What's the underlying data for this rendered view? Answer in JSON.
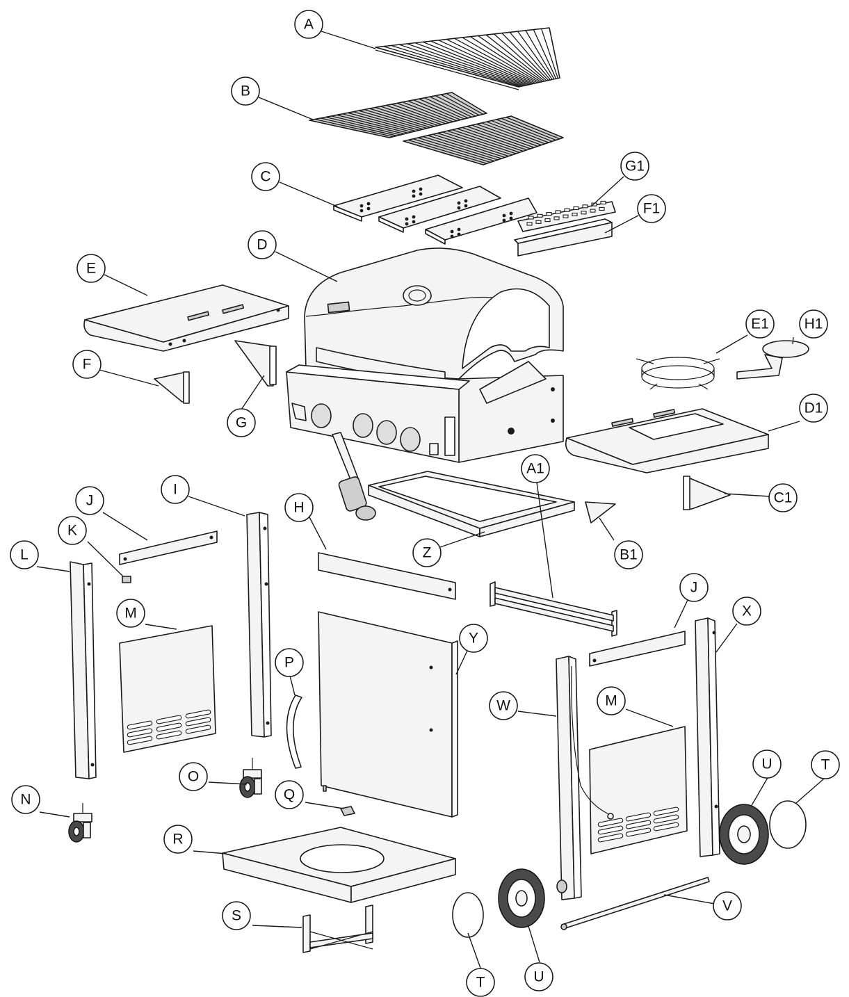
{
  "callouts": {
    "A": "A",
    "B": "B",
    "C": "C",
    "G1": "G1",
    "F1": "F1",
    "D": "D",
    "E": "E",
    "F": "F",
    "G": "G",
    "E1": "E1",
    "H1": "H1",
    "D1": "D1",
    "C1": "C1",
    "B1": "B1",
    "Z": "Z",
    "A1": "A1",
    "H": "H",
    "I": "I",
    "J_left": "J",
    "K": "K",
    "L": "L",
    "M_left": "M",
    "P": "P",
    "Y": "Y",
    "J_right": "J",
    "X": "X",
    "W": "W",
    "M_right": "M",
    "O": "O",
    "Q": "Q",
    "N": "N",
    "U_right": "U",
    "T_right": "T",
    "R": "R",
    "S": "S",
    "V": "V",
    "T_bottom": "T",
    "U_bottom": "U"
  }
}
